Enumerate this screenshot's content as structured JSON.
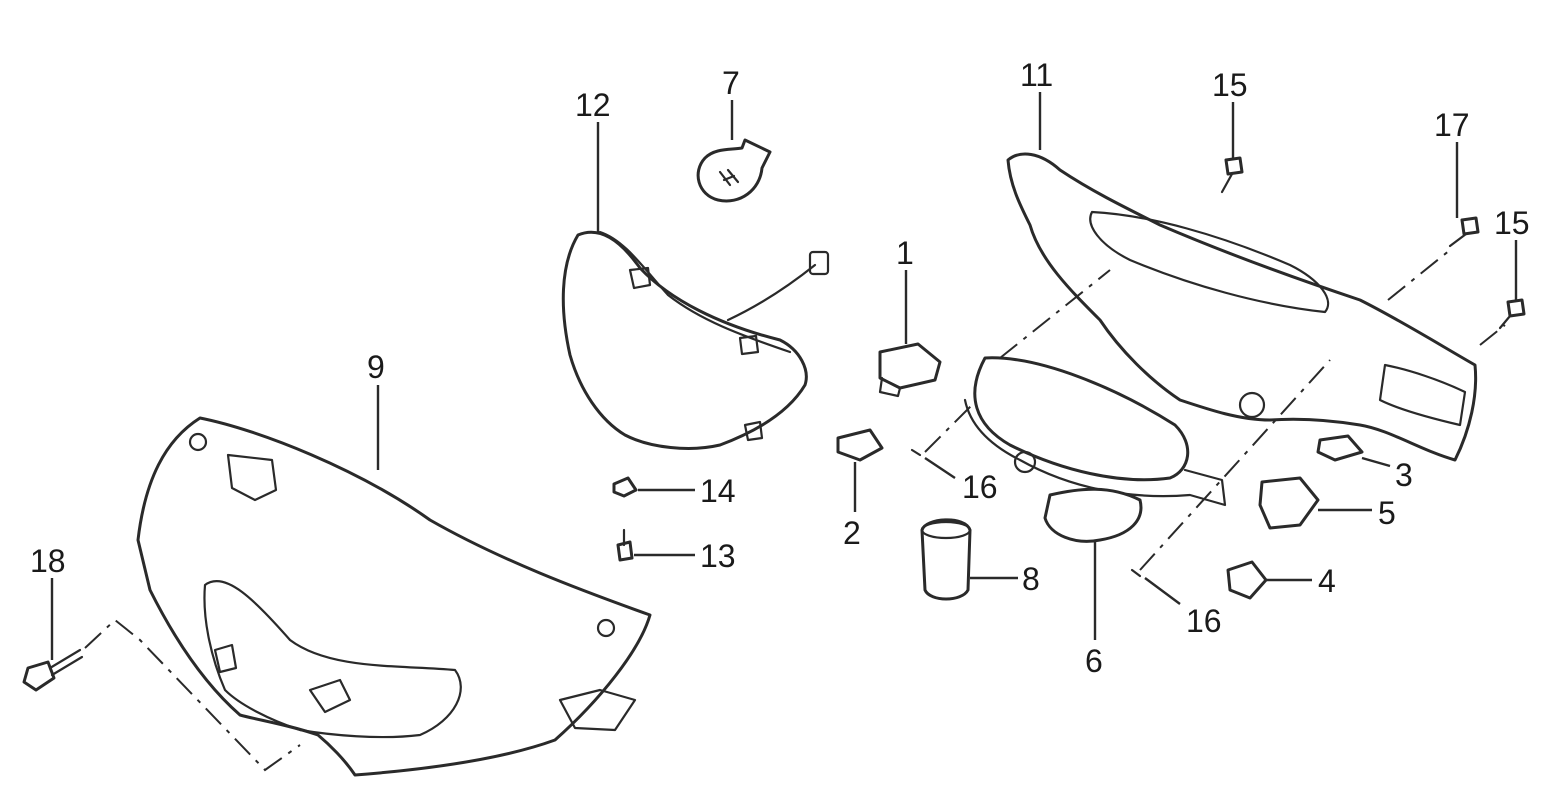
{
  "callouts": {
    "c1": "1",
    "c2": "2",
    "c3": "3",
    "c4": "4",
    "c5": "5",
    "c6": "6",
    "c7": "7",
    "c8": "8",
    "c9": "9",
    "c11": "11",
    "c12": "12",
    "c13": "13",
    "c14": "14",
    "c15a": "15",
    "c15b": "15",
    "c16a": "16",
    "c16b": "16",
    "c17": "17",
    "c18": "18"
  }
}
